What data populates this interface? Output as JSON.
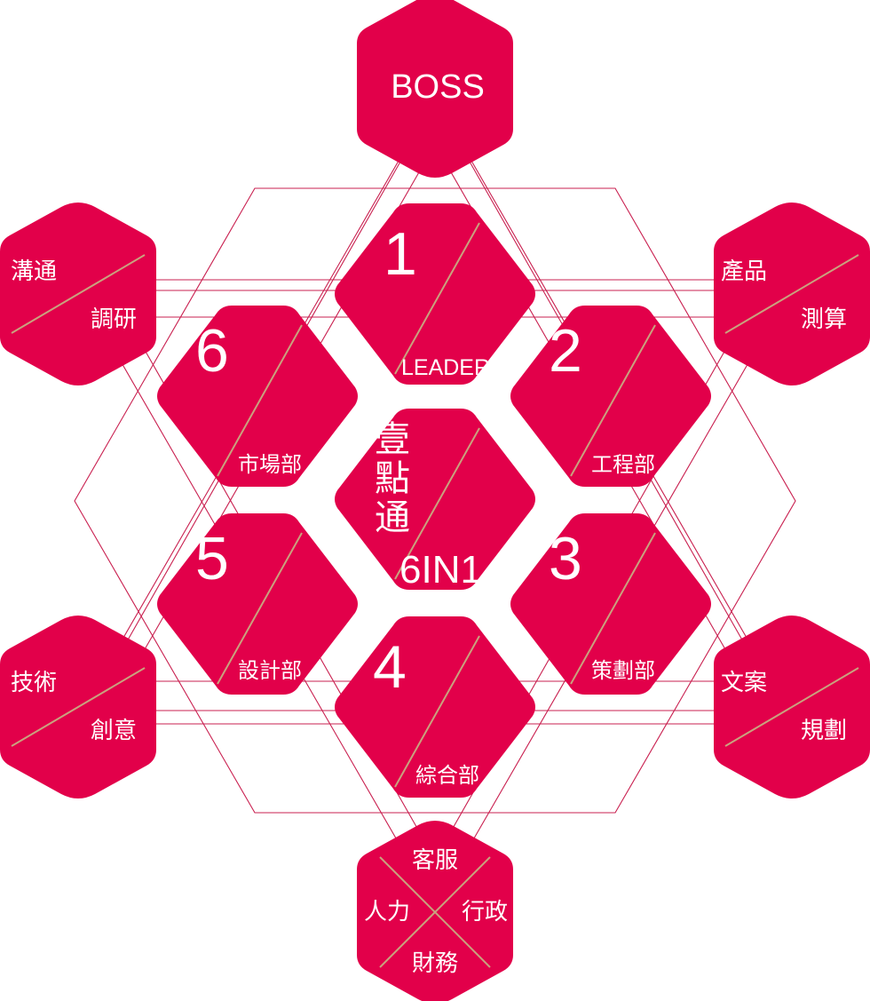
{
  "colors": {
    "hex_fill": "#e2004a",
    "line": "#c92050",
    "divider": "#c9a27e",
    "text": "#ffffff"
  },
  "boss": {
    "label": "BOSS"
  },
  "leader": {
    "number": "1",
    "label": "LEADER"
  },
  "center": {
    "chars": [
      "壹",
      "點",
      "通"
    ],
    "code": "6IN1"
  },
  "departments": [
    {
      "number": "2",
      "label": "工程部"
    },
    {
      "number": "3",
      "label": "策劃部"
    },
    {
      "number": "4",
      "label": "綜合部"
    },
    {
      "number": "5",
      "label": "設計部"
    },
    {
      "number": "6",
      "label": "市場部"
    }
  ],
  "corners": {
    "top_left": {
      "top": "溝通",
      "bottom": "調研"
    },
    "top_right": {
      "top": "產品",
      "bottom": "測算"
    },
    "bottom_left": {
      "top": "技術",
      "bottom": "創意"
    },
    "bottom_right": {
      "top": "文案",
      "bottom": "規劃"
    }
  },
  "support": {
    "top": "客服",
    "left": "人力",
    "right": "行政",
    "bottom": "財務"
  }
}
